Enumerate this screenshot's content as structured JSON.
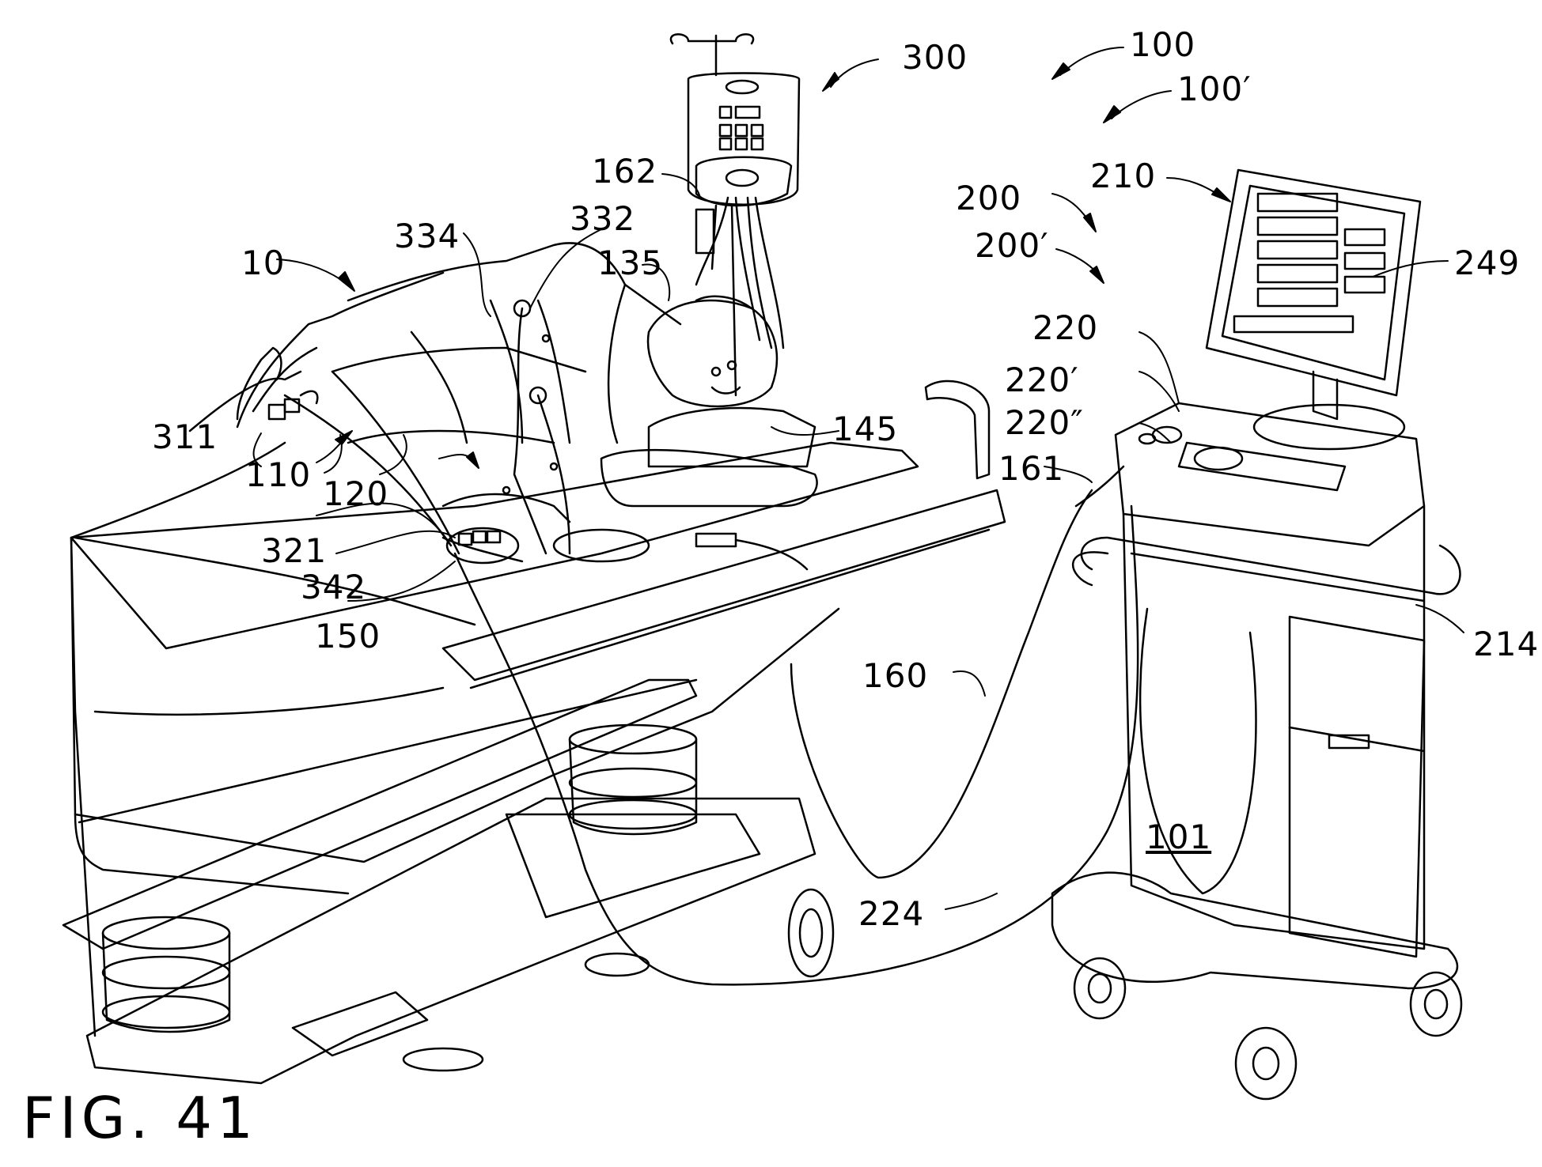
{
  "figure_label": "FIG. 41",
  "reference_numerals": {
    "r300": "300",
    "r100": "100",
    "r100p": "100′",
    "r162": "162",
    "r332": "332",
    "r334": "334",
    "r135": "135",
    "r10": "10",
    "r210": "210",
    "r200": "200",
    "r200p": "200′",
    "r249": "249",
    "r220": "220",
    "r220p": "220′",
    "r220pp": "220″",
    "r145": "145",
    "r311": "311",
    "r110": "110",
    "r120": "120",
    "r161": "161",
    "r321": "321",
    "r342": "342",
    "r150": "150",
    "r160": "160",
    "r214": "214",
    "r101": "101",
    "r224": "224"
  }
}
